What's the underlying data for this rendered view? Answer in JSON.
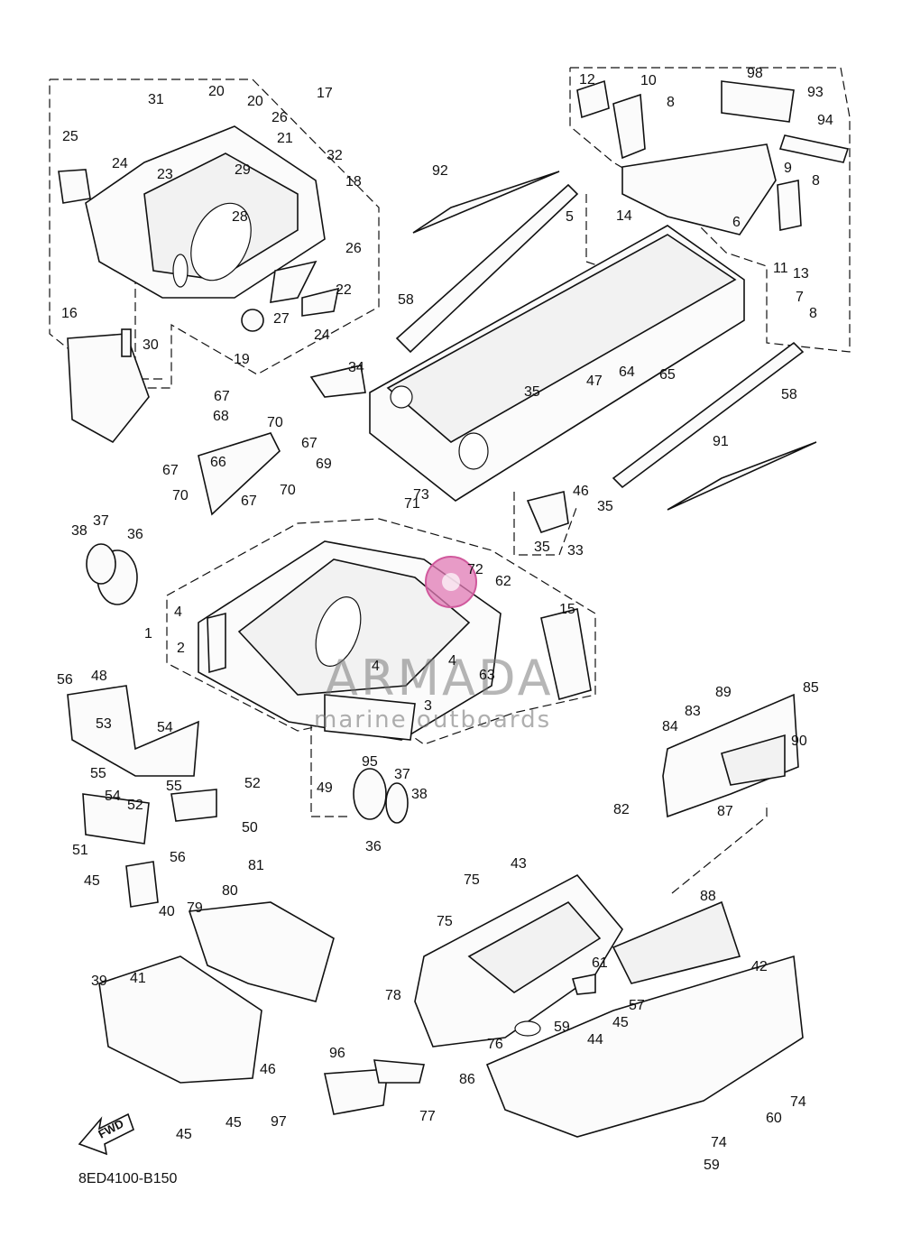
{
  "diagram_code": "8ED4100-B150",
  "watermark": {
    "brand": "ARMADA",
    "tagline": "marine outboards"
  },
  "fwd_arrow": "FWD",
  "callouts": [
    {
      "n": "1"
    },
    {
      "n": "2"
    },
    {
      "n": "3"
    },
    {
      "n": "4"
    },
    {
      "n": "4"
    },
    {
      "n": "4"
    },
    {
      "n": "5"
    },
    {
      "n": "6"
    },
    {
      "n": "7"
    },
    {
      "n": "8"
    },
    {
      "n": "8"
    },
    {
      "n": "8"
    },
    {
      "n": "9"
    },
    {
      "n": "10"
    },
    {
      "n": "11"
    },
    {
      "n": "12"
    },
    {
      "n": "13"
    },
    {
      "n": "14"
    },
    {
      "n": "15"
    },
    {
      "n": "16"
    },
    {
      "n": "17"
    },
    {
      "n": "18"
    },
    {
      "n": "19"
    },
    {
      "n": "20"
    },
    {
      "n": "20"
    },
    {
      "n": "21"
    },
    {
      "n": "22"
    },
    {
      "n": "23"
    },
    {
      "n": "24"
    },
    {
      "n": "24"
    },
    {
      "n": "25"
    },
    {
      "n": "26"
    },
    {
      "n": "26"
    },
    {
      "n": "27"
    },
    {
      "n": "28"
    },
    {
      "n": "29"
    },
    {
      "n": "30"
    },
    {
      "n": "31"
    },
    {
      "n": "32"
    },
    {
      "n": "33"
    },
    {
      "n": "34"
    },
    {
      "n": "35"
    },
    {
      "n": "35"
    },
    {
      "n": "35"
    },
    {
      "n": "36"
    },
    {
      "n": "36"
    },
    {
      "n": "37"
    },
    {
      "n": "37"
    },
    {
      "n": "38"
    },
    {
      "n": "38"
    },
    {
      "n": "39"
    },
    {
      "n": "40"
    },
    {
      "n": "41"
    },
    {
      "n": "42"
    },
    {
      "n": "43"
    },
    {
      "n": "44"
    },
    {
      "n": "45"
    },
    {
      "n": "45"
    },
    {
      "n": "45"
    },
    {
      "n": "45"
    },
    {
      "n": "46"
    },
    {
      "n": "46"
    },
    {
      "n": "47"
    },
    {
      "n": "48"
    },
    {
      "n": "49"
    },
    {
      "n": "50"
    },
    {
      "n": "51"
    },
    {
      "n": "52"
    },
    {
      "n": "52"
    },
    {
      "n": "53"
    },
    {
      "n": "54"
    },
    {
      "n": "54"
    },
    {
      "n": "55"
    },
    {
      "n": "55"
    },
    {
      "n": "56"
    },
    {
      "n": "56"
    },
    {
      "n": "57"
    },
    {
      "n": "58"
    },
    {
      "n": "58"
    },
    {
      "n": "59"
    },
    {
      "n": "59"
    },
    {
      "n": "60"
    },
    {
      "n": "61"
    },
    {
      "n": "62"
    },
    {
      "n": "63"
    },
    {
      "n": "64"
    },
    {
      "n": "65"
    },
    {
      "n": "66"
    },
    {
      "n": "67"
    },
    {
      "n": "67"
    },
    {
      "n": "67"
    },
    {
      "n": "67"
    },
    {
      "n": "68"
    },
    {
      "n": "69"
    },
    {
      "n": "70"
    },
    {
      "n": "70"
    },
    {
      "n": "70"
    },
    {
      "n": "71"
    },
    {
      "n": "72"
    },
    {
      "n": "73"
    },
    {
      "n": "74"
    },
    {
      "n": "74"
    },
    {
      "n": "75"
    },
    {
      "n": "75"
    },
    {
      "n": "76"
    },
    {
      "n": "77"
    },
    {
      "n": "78"
    },
    {
      "n": "79"
    },
    {
      "n": "80"
    },
    {
      "n": "81"
    },
    {
      "n": "82"
    },
    {
      "n": "83"
    },
    {
      "n": "84"
    },
    {
      "n": "85"
    },
    {
      "n": "86"
    },
    {
      "n": "87"
    },
    {
      "n": "88"
    },
    {
      "n": "89"
    },
    {
      "n": "90"
    },
    {
      "n": "91"
    },
    {
      "n": "92"
    },
    {
      "n": "93"
    },
    {
      "n": "94"
    },
    {
      "n": "95"
    },
    {
      "n": "96"
    },
    {
      "n": "97"
    },
    {
      "n": "98"
    }
  ]
}
